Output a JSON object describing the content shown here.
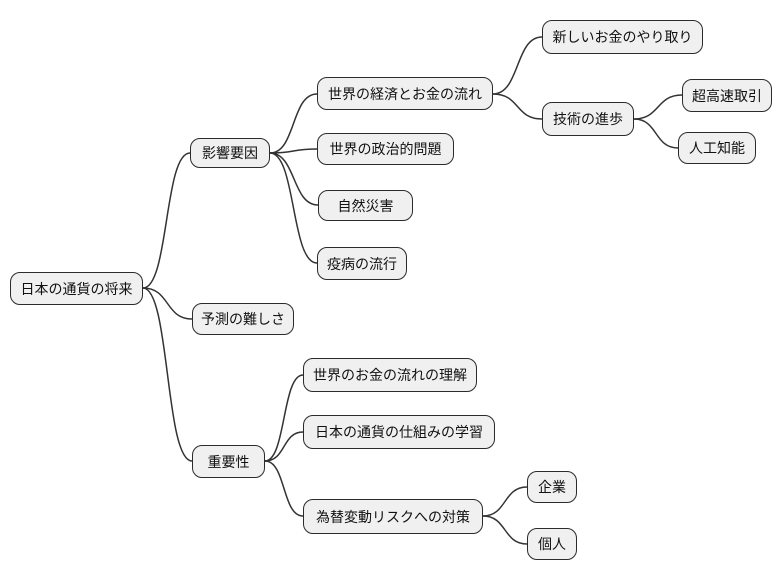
{
  "colors": {
    "background": "#ffffff",
    "node_fill": "#f0f0f0",
    "node_border": "#2b2b2b",
    "edge": "#333333",
    "text": "#111111"
  },
  "mindmap": {
    "type": "mindmap",
    "root": {
      "label": "日本の通貨の将来",
      "children": [
        {
          "label": "影響要因",
          "children": [
            {
              "label": "世界の経済とお金の流れ",
              "children": [
                {
                  "label": "新しいお金のやり取り"
                },
                {
                  "label": "技術の進歩",
                  "children": [
                    {
                      "label": "超高速取引"
                    },
                    {
                      "label": "人工知能"
                    }
                  ]
                }
              ]
            },
            {
              "label": "世界の政治的問題"
            },
            {
              "label": "自然災害"
            },
            {
              "label": "疫病の流行"
            }
          ]
        },
        {
          "label": "予測の難しさ"
        },
        {
          "label": "重要性",
          "children": [
            {
              "label": "世界のお金の流れの理解"
            },
            {
              "label": "日本の通貨の仕組みの学習"
            },
            {
              "label": "為替変動リスクへの対策",
              "children": [
                {
                  "label": "企業"
                },
                {
                  "label": "個人"
                }
              ]
            }
          ]
        }
      ]
    }
  }
}
